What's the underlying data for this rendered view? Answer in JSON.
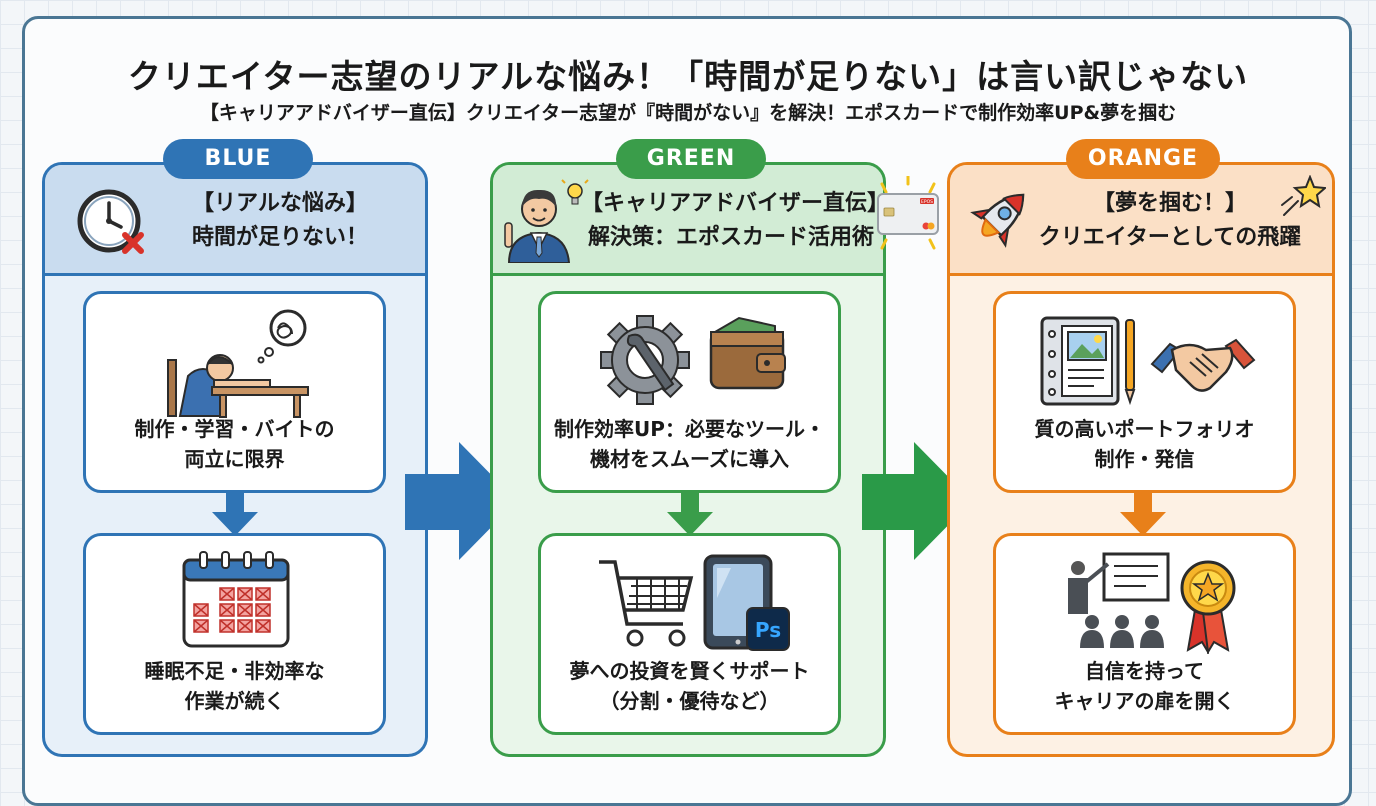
{
  "title": "クリエイター志望のリアルな悩み！「時間が足りない」は言い訳じゃない",
  "subtitle": "【キャリアアドバイザー直伝】クリエイター志望が『時間がない』を解決！エポスカードで制作効率UP&夢を掴む",
  "colors": {
    "blue": "#2f74b5",
    "green": "#3a9d4a",
    "orange": "#e8801a",
    "red": "#d8332a"
  },
  "columns": {
    "blue": {
      "tag": "BLUE",
      "head_line1": "【リアルな悩み】",
      "head_line2": "時間が足りない！",
      "head_icon": "clock-x-icon",
      "card1": {
        "line1": "制作・学習・バイトの",
        "line2": "両立に限界",
        "icon": "exhausted-person-icon"
      },
      "card2": {
        "line1": "睡眠不足・非効率な",
        "line2": "作業が続く",
        "icon": "calendar-x-icon"
      }
    },
    "green": {
      "tag": "GREEN",
      "head_line1": "【キャリアアドバイザー直伝】",
      "head_line2": "解決策：エポスカード活用術",
      "head_icon": "advisor-icon",
      "card_badge": "EPOS",
      "card1": {
        "line1": "制作効率UP：必要なツール・",
        "line2": "機材をスムーズに導入",
        "icon": "gear-wrench-wallet-icon"
      },
      "card2": {
        "line1": "夢への投資を賢くサポート",
        "line2": "（分割・優待など）",
        "icon": "cart-tablet-icon",
        "app_badge": "Ps"
      }
    },
    "orange": {
      "tag": "ORANGE",
      "head_line1": "【夢を掴む！】",
      "head_line2": "クリエイターとしての飛躍",
      "head_icon": "rocket-icon",
      "card1": {
        "line1": "質の高いポートフォリオ",
        "line2": "制作・発信",
        "icon": "portfolio-handshake-icon"
      },
      "card2": {
        "line1": "自信を持って",
        "line2": "キャリアの扉を開く",
        "icon": "presentation-medal-icon"
      }
    }
  }
}
